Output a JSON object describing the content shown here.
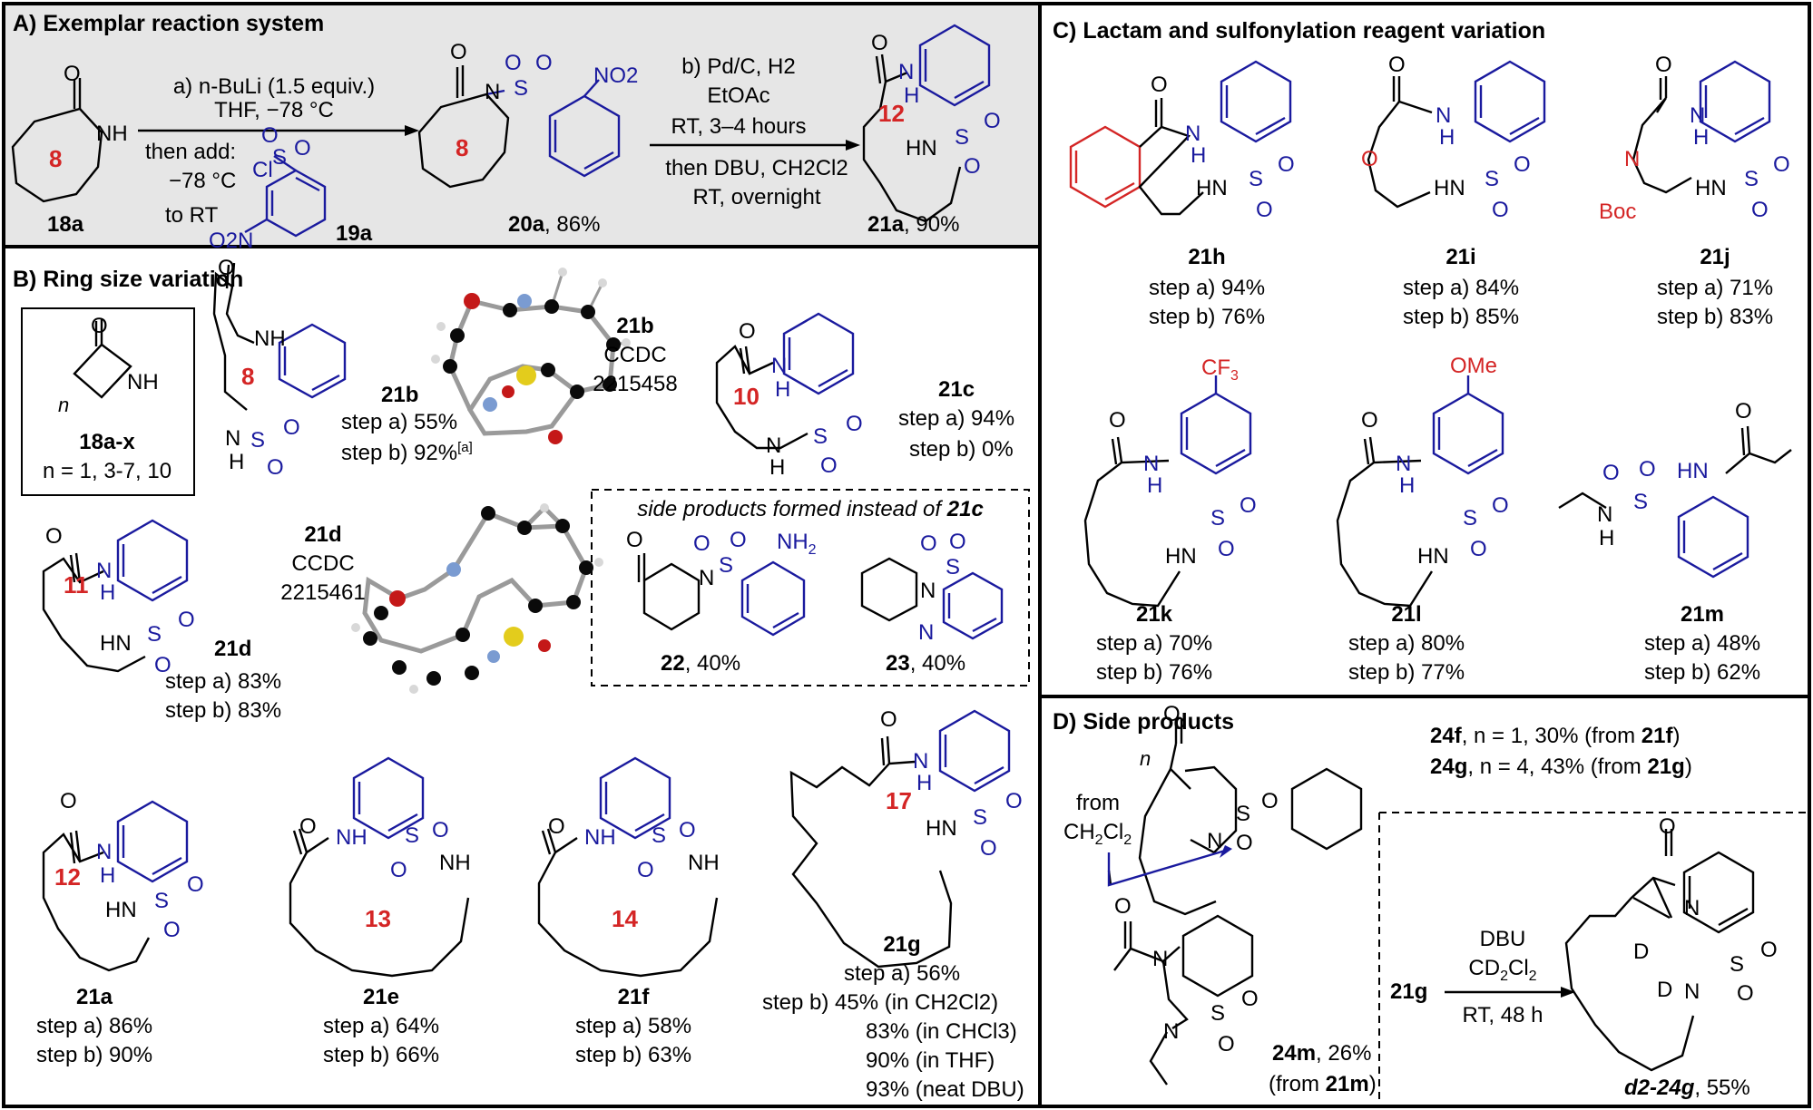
{
  "colors": {
    "red": "#d42525",
    "blue": "#1a1a9e",
    "panel_a_bg": "#e6e6e6",
    "carbon": "#0a0a0a",
    "oxygen": "#c41818",
    "nitrogen": "#7a9bd1",
    "sulfur": "#e3cc1c",
    "hydrogen": "#d8d8d8"
  },
  "panelA": {
    "title": "A) Exemplar reaction system",
    "cond_a1": "a) n-BuLi (1.5 equiv.)",
    "cond_a2": "THF, −78 °C",
    "cond_a3": "then add:",
    "cond_a4": "−78 °C",
    "cond_a5": "to RT",
    "cond_b1": "b) Pd/C, H2",
    "cond_b2": "EtOAc",
    "cond_b3": "RT, 3–4 hours",
    "cond_b4": "then DBU, CH2Cl2",
    "cond_b5": "RT, overnight",
    "ring18": "8",
    "ring20": "8",
    "ring21": "12",
    "lab18": "18a",
    "lab19": "19a",
    "lab20": "20a",
    "lab20y": ", 86%",
    "lab21": "21a",
    "lab21y": ", 90%",
    "atoms": {
      "O": "O",
      "NH": "NH",
      "N": "N",
      "H": "H",
      "S": "S",
      "Cl": "Cl",
      "NO2": "NO2",
      "O2N": "O2N",
      "HN": "HN"
    }
  },
  "panelB": {
    "title": "B) Ring size variation",
    "box_lab": "18a-x",
    "box_n": "n = 1, 3-7, 10",
    "n": "n",
    "c21b": "21b",
    "c21b_a": "step a) 55%",
    "c21b_sup": "[a]",
    "c21b_b": "step b) 92%",
    "ccdc_b_lab": "21b",
    "ccdc_b_1": "CCDC",
    "ccdc_b_2": "2215458",
    "c21c": "21c",
    "c21c_a": "step a) 94%",
    "c21c_b": "step b) 0%",
    "side_title": "side products formed instead of ",
    "side_title_b": "21c",
    "c22": "22",
    "c22y": ", 40%",
    "c23": "23",
    "c23y": ", 40%",
    "ccdc_d_lab": "21d",
    "ccdc_d_1": "CCDC",
    "ccdc_d_2": "2215461",
    "c21d": "21d",
    "c21d_a": "step a) 83%",
    "c21d_b": "step b) 83%",
    "c21a": "21a",
    "c21a_a": "step a) 86%",
    "c21a_b": "step b) 90%",
    "c21e": "21e",
    "c21e_a": "step a) 64%",
    "c21e_b": "step b) 66%",
    "c21f": "21f",
    "c21f_a": "step a) 58%",
    "c21f_b": "step b) 63%",
    "c21g": "21g",
    "c21g_a": "step a) 56%",
    "c21g_b1": "step b) 45% (in CH2Cl2)",
    "c21g_b2": "83% (in CHCl3)",
    "c21g_b3": "90% (in THF)",
    "c21g_b4": "93% (neat DBU)",
    "r8": "8",
    "r10": "10",
    "r11": "11",
    "r12": "12",
    "r13": "13",
    "r14": "14",
    "r17": "17"
  },
  "panelC": {
    "title": "C) Lactam and sulfonylation reagent variation",
    "h": "21h",
    "h_a": "step a) 94%",
    "h_b": "step b) 76%",
    "i": "21i",
    "i_a": "step a) 84%",
    "i_b": "step b) 85%",
    "j": "21j",
    "j_a": "step a) 71%",
    "j_b": "step b) 83%",
    "k": "21k",
    "k_a": "step a) 70%",
    "k_b": "step b) 76%",
    "l": "21l",
    "l_a": "step a) 80%",
    "l_b": "step b) 77%",
    "m": "21m",
    "m_a": "step a) 48%",
    "m_b": "step b) 62%",
    "CF3": "CF3",
    "OMe": "OMe",
    "Boc": "Boc"
  },
  "panelD": {
    "title": "D) Side products",
    "f": "24f",
    "f_t": ", n = 1, 30% (from ",
    "f_s": "21f",
    "f_e": ")",
    "g": "24g",
    "g_t": ", n = 4, 43% (from ",
    "g_s": "21g",
    "g_e": ")",
    "from": "from",
    "ch2cl2": "CH2Cl2",
    "m24": "24m",
    "m24y": ", 26%",
    "m24f": "(from ",
    "m24s": "21m",
    "m24e": ")",
    "start": "21g",
    "cond1": "DBU",
    "cond2": "CD2Cl2",
    "cond3": "RT, 48 h",
    "D": "D",
    "prod": "d2-24g",
    "prod_y": ", 55%"
  }
}
